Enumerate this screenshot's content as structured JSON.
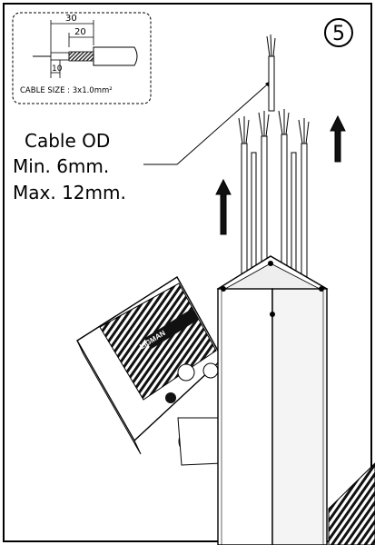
{
  "step": {
    "number": "5"
  },
  "cable_detail": {
    "dim_outer": "30",
    "dim_middle": "20",
    "dim_inner": "10",
    "cable_size_label": "CABLE SIZE : 3x1.0mm²"
  },
  "cable_od": {
    "title": "Cable OD",
    "min": "Min. 6mm.",
    "max": "Max. 12mm."
  },
  "device": {
    "brand": "LIGMAN"
  },
  "colors": {
    "line": "#000000",
    "background": "#ffffff",
    "shade": "#e6e6e6",
    "dark": "#1a1a1a"
  }
}
